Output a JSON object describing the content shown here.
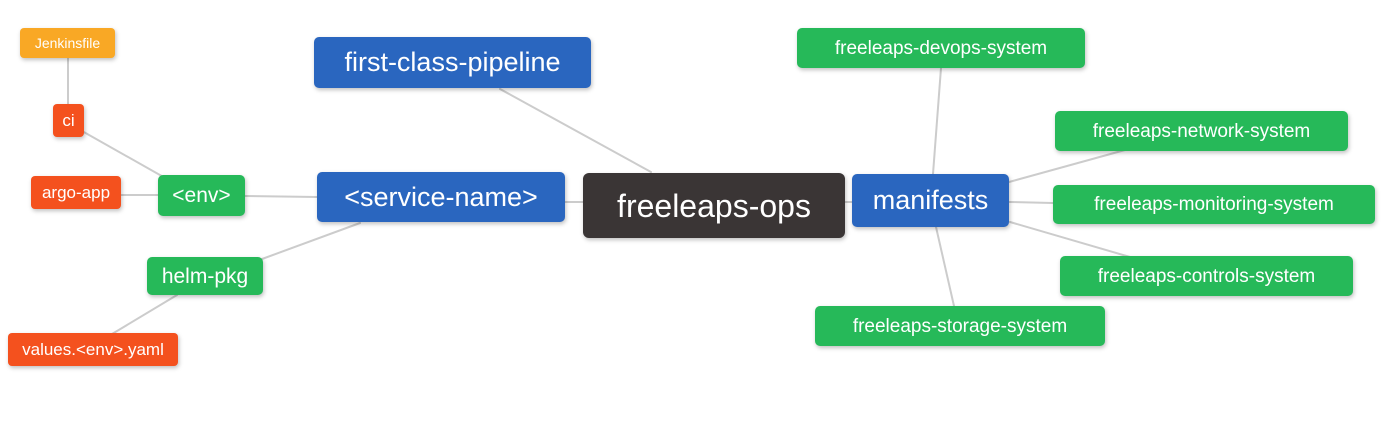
{
  "colors": {
    "root": "#3A3535",
    "blue": "#2A66BF",
    "green": "#26B959",
    "red": "#F4511E",
    "orange": "#F9A825",
    "edge": "#CCCCCC",
    "background": "#FFFFFF",
    "text": "#FFFFFF"
  },
  "nodes": [
    {
      "id": "jenkinsfile",
      "label": "Jenkinsfile",
      "color": "orange"
    },
    {
      "id": "ci",
      "label": "ci",
      "color": "red"
    },
    {
      "id": "argo-app",
      "label": "argo-app",
      "color": "red"
    },
    {
      "id": "env",
      "label": "<env>",
      "color": "green"
    },
    {
      "id": "helm-pkg",
      "label": "helm-pkg",
      "color": "green"
    },
    {
      "id": "values-env-yaml",
      "label": "values.<env>.yaml",
      "color": "red"
    },
    {
      "id": "first-class-pipeline",
      "label": "first-class-pipeline",
      "color": "blue"
    },
    {
      "id": "service-name",
      "label": "<service-name>",
      "color": "blue"
    },
    {
      "id": "freeleaps-ops",
      "label": "freeleaps-ops",
      "color": "root"
    },
    {
      "id": "manifests",
      "label": "manifests",
      "color": "blue"
    },
    {
      "id": "freeleaps-devops-system",
      "label": "freeleaps-devops-system",
      "color": "green"
    },
    {
      "id": "freeleaps-network-system",
      "label": "freeleaps-network-system",
      "color": "green"
    },
    {
      "id": "freeleaps-monitoring-system",
      "label": "freeleaps-monitoring-system",
      "color": "green"
    },
    {
      "id": "freeleaps-controls-system",
      "label": "freeleaps-controls-system",
      "color": "green"
    },
    {
      "id": "freeleaps-storage-system",
      "label": "freeleaps-storage-system",
      "color": "green"
    }
  ],
  "edges": [
    {
      "from": "jenkinsfile",
      "to": "ci"
    },
    {
      "from": "ci",
      "to": "env"
    },
    {
      "from": "argo-app",
      "to": "env"
    },
    {
      "from": "env",
      "to": "service-name"
    },
    {
      "from": "helm-pkg",
      "to": "service-name"
    },
    {
      "from": "values-env-yaml",
      "to": "helm-pkg"
    },
    {
      "from": "first-class-pipeline",
      "to": "freeleaps-ops"
    },
    {
      "from": "service-name",
      "to": "freeleaps-ops"
    },
    {
      "from": "freeleaps-ops",
      "to": "manifests"
    },
    {
      "from": "manifests",
      "to": "freeleaps-devops-system"
    },
    {
      "from": "manifests",
      "to": "freeleaps-network-system"
    },
    {
      "from": "manifests",
      "to": "freeleaps-monitoring-system"
    },
    {
      "from": "manifests",
      "to": "freeleaps-controls-system"
    },
    {
      "from": "manifests",
      "to": "freeleaps-storage-system"
    }
  ]
}
